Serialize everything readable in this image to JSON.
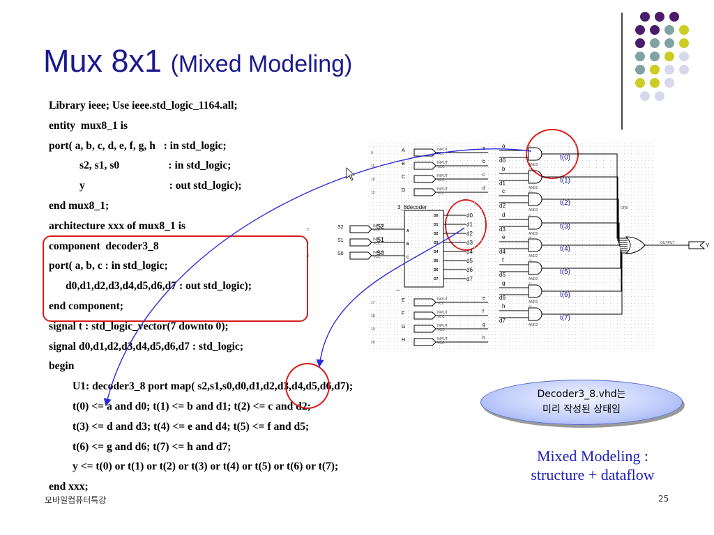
{
  "slide": {
    "title_main": "Mux 8x1",
    "title_sub": "(Mixed Modeling)",
    "footer_left": "모바일컴퓨터특강",
    "page_number": "25"
  },
  "code_lines": [
    "Library ieee; Use ieee.std_logic_1164.all;",
    "entity  mux8_1 is",
    "port( a, b, c, d, e, f, g, h   : in std_logic;",
    "s2, s1, s0                  : in std_logic;",
    "y                               : out std_logic);",
    "end mux8_1;",
    "architecture xxx of mux8_1 is",
    "component  decoder3_8",
    "port( a, b, c : in std_logic;",
    "d0,d1,d2,d3,d4,d5,d6,d7 : out std_logic);",
    "end component;",
    "signal t : std_logic_vector(7 downto 0);",
    "signal d0,d1,d2,d3,d4,d5,d6,d7 : std_logic;",
    "begin",
    "U1: decoder3_8 port map( s2,s1,s0,d0,d1,d2,d3,d4,d5,d6,d7);",
    "t(0) <= a and d0; t(1) <= b and d1; t(2) <= c and d2;",
    "t(3) <= d and d3; t(4) <= e and d4; t(5) <= f and d5;",
    "t(6) <= g and d6; t(7) <= h and d7;",
    "y <= t(0) or t(1) or t(2) or t(3) or t(4) or t(5) or t(6) or t(7);",
    "end xxx;"
  ],
  "note": {
    "line1": "Decoder3_8.vhd는",
    "line2": "미리 작성된 상태임"
  },
  "mixed_modeling": {
    "line1": "Mixed Modeling :",
    "line2": "structure +  dataflow"
  },
  "schematic": {
    "decoder_title": "3_8decoder",
    "decoder_outputs": [
      "D0",
      "D1",
      "D2",
      "D3",
      "D4",
      "D5",
      "D6",
      "D7"
    ],
    "decoder_inputs": [
      "A",
      "B",
      "C"
    ],
    "decoder_net_labels": [
      "d0",
      "d1",
      "d2",
      "d3",
      "d4",
      "d5",
      "d6",
      "d7"
    ],
    "select_labels": [
      "S2",
      "S1",
      "S0"
    ],
    "data_inputs": [
      "A",
      "B",
      "C",
      "D",
      "E",
      "F",
      "G",
      "H"
    ],
    "data_net_labels": [
      "a",
      "b",
      "c",
      "d",
      "e",
      "f",
      "g",
      "h"
    ],
    "input_pins": [
      "9",
      "11",
      "10",
      "12",
      "17",
      "18",
      "19",
      "20"
    ],
    "select_pins": [
      "2",
      "1",
      "3"
    ],
    "input_text": "INPUT",
    "vcc_text": "VCC",
    "and_label": "AND2",
    "and_pins": [
      "22",
      "21",
      "23",
      "24",
      "25",
      "26",
      "27",
      "28"
    ],
    "t_labels": [
      "t(0)",
      "t(1)",
      "t(2)",
      "t(3)",
      "t(4)",
      "t(5)",
      "t(6)",
      "t(7)"
    ],
    "or_label": "OR8",
    "or_pin": "30",
    "output_text": "OUTPUT",
    "output_label": "Y",
    "gate_inst": "inst"
  },
  "colors": {
    "title": "#1a1a8c",
    "red_markup": "#d81a1a",
    "arrow_blue": "#2a2ad8",
    "dot_purple": "#4a1c6b",
    "dot_teal": "#7fa3a3",
    "dot_yellow": "#cccc22",
    "dot_lavender": "#d8d8ec"
  }
}
